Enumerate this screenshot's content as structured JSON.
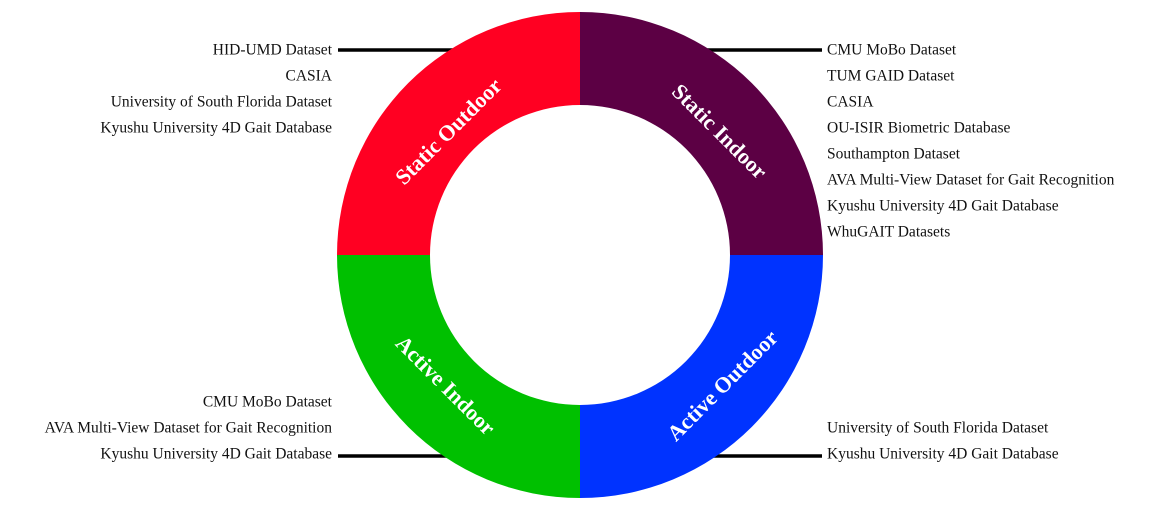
{
  "segments": [
    {
      "id": "static-outdoor",
      "label": "Static Outdoor",
      "color": "#ff0022",
      "datasets": [
        "HID-UMD Dataset",
        "CASIA",
        "University of South Florida Dataset",
        "Kyushu University 4D Gait Database"
      ]
    },
    {
      "id": "static-indoor",
      "label": "Static Indoor",
      "color": "#5c0044",
      "datasets": [
        "CMU MoBo Dataset",
        "TUM GAID Dataset",
        "CASIA",
        "OU-ISIR Biometric Database",
        "Southampton Dataset",
        "AVA Multi-View Dataset for Gait Recognition",
        "Kyushu University 4D Gait Database",
        "WhuGAIT Datasets"
      ]
    },
    {
      "id": "active-outdoor",
      "label": "Active Outdoor",
      "color": "#0033ff",
      "datasets": [
        "University of South Florida Dataset",
        "Kyushu University 4D Gait Database"
      ]
    },
    {
      "id": "active-indoor",
      "label": "Active Indoor",
      "color": "#00c000",
      "datasets": [
        "CMU MoBo Dataset",
        "AVA Multi-View Dataset for Gait Recognition",
        "Kyushu University 4D Gait Database"
      ]
    }
  ]
}
